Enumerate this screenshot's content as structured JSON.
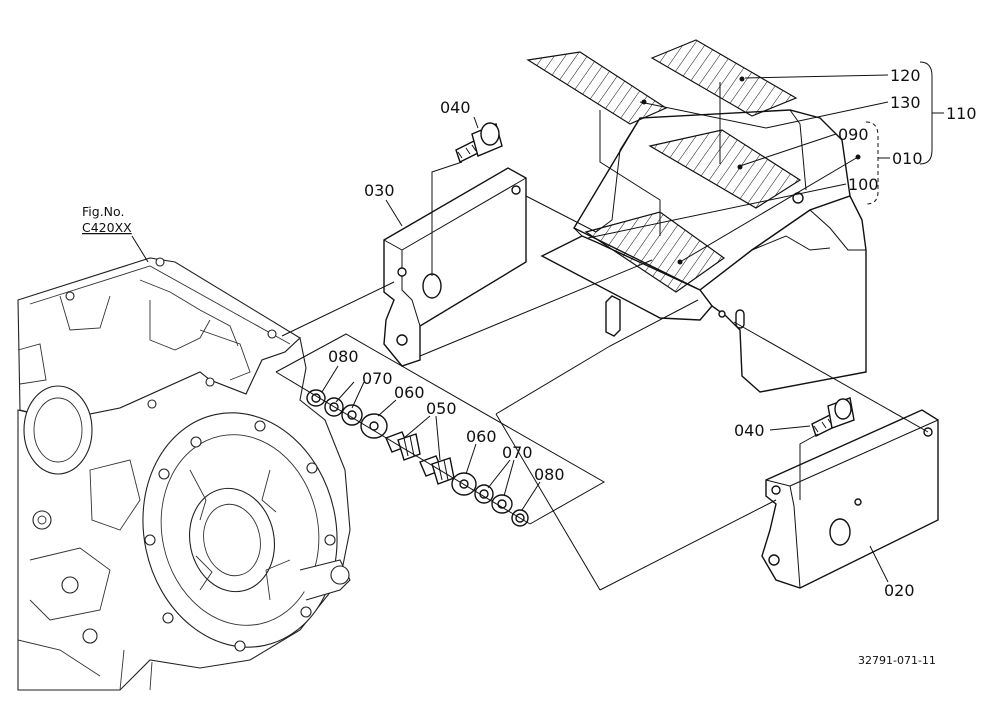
{
  "figure_ref": {
    "label": "Fig.No.",
    "code": "C420XX"
  },
  "callouts": {
    "c010": "010",
    "c020": "020",
    "c030": "030",
    "c040_top": "040",
    "c040_right": "040",
    "c050": "050",
    "c060_left": "060",
    "c060_right": "060",
    "c070_left": "070",
    "c070_right": "070",
    "c080_left": "080",
    "c080_right": "080",
    "c090": "090",
    "c100": "100",
    "c110": "110",
    "c120": "120",
    "c130": "130"
  },
  "drawing_number": "32791-071-11",
  "colors": {
    "line": "#111111",
    "background": "#ffffff"
  }
}
